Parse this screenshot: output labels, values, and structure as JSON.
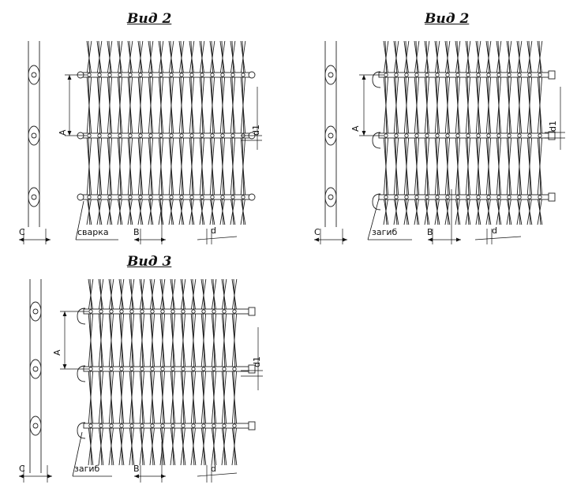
{
  "views": [
    {
      "title": "Вид 2",
      "dims": {
        "A": "A",
        "B": "B",
        "C": "C",
        "d": "d",
        "d1": "d1"
      },
      "callout": "сварка"
    },
    {
      "title": "Вид 2",
      "dims": {
        "A": "A",
        "B": "B",
        "C": "C",
        "d": "d",
        "d1": "d1"
      },
      "callout": "загиб"
    },
    {
      "title": "Вид 3",
      "dims": {
        "A": "A",
        "B": "B",
        "C": "C",
        "d": "d",
        "d1": "d1"
      },
      "callout": "загиб"
    }
  ]
}
